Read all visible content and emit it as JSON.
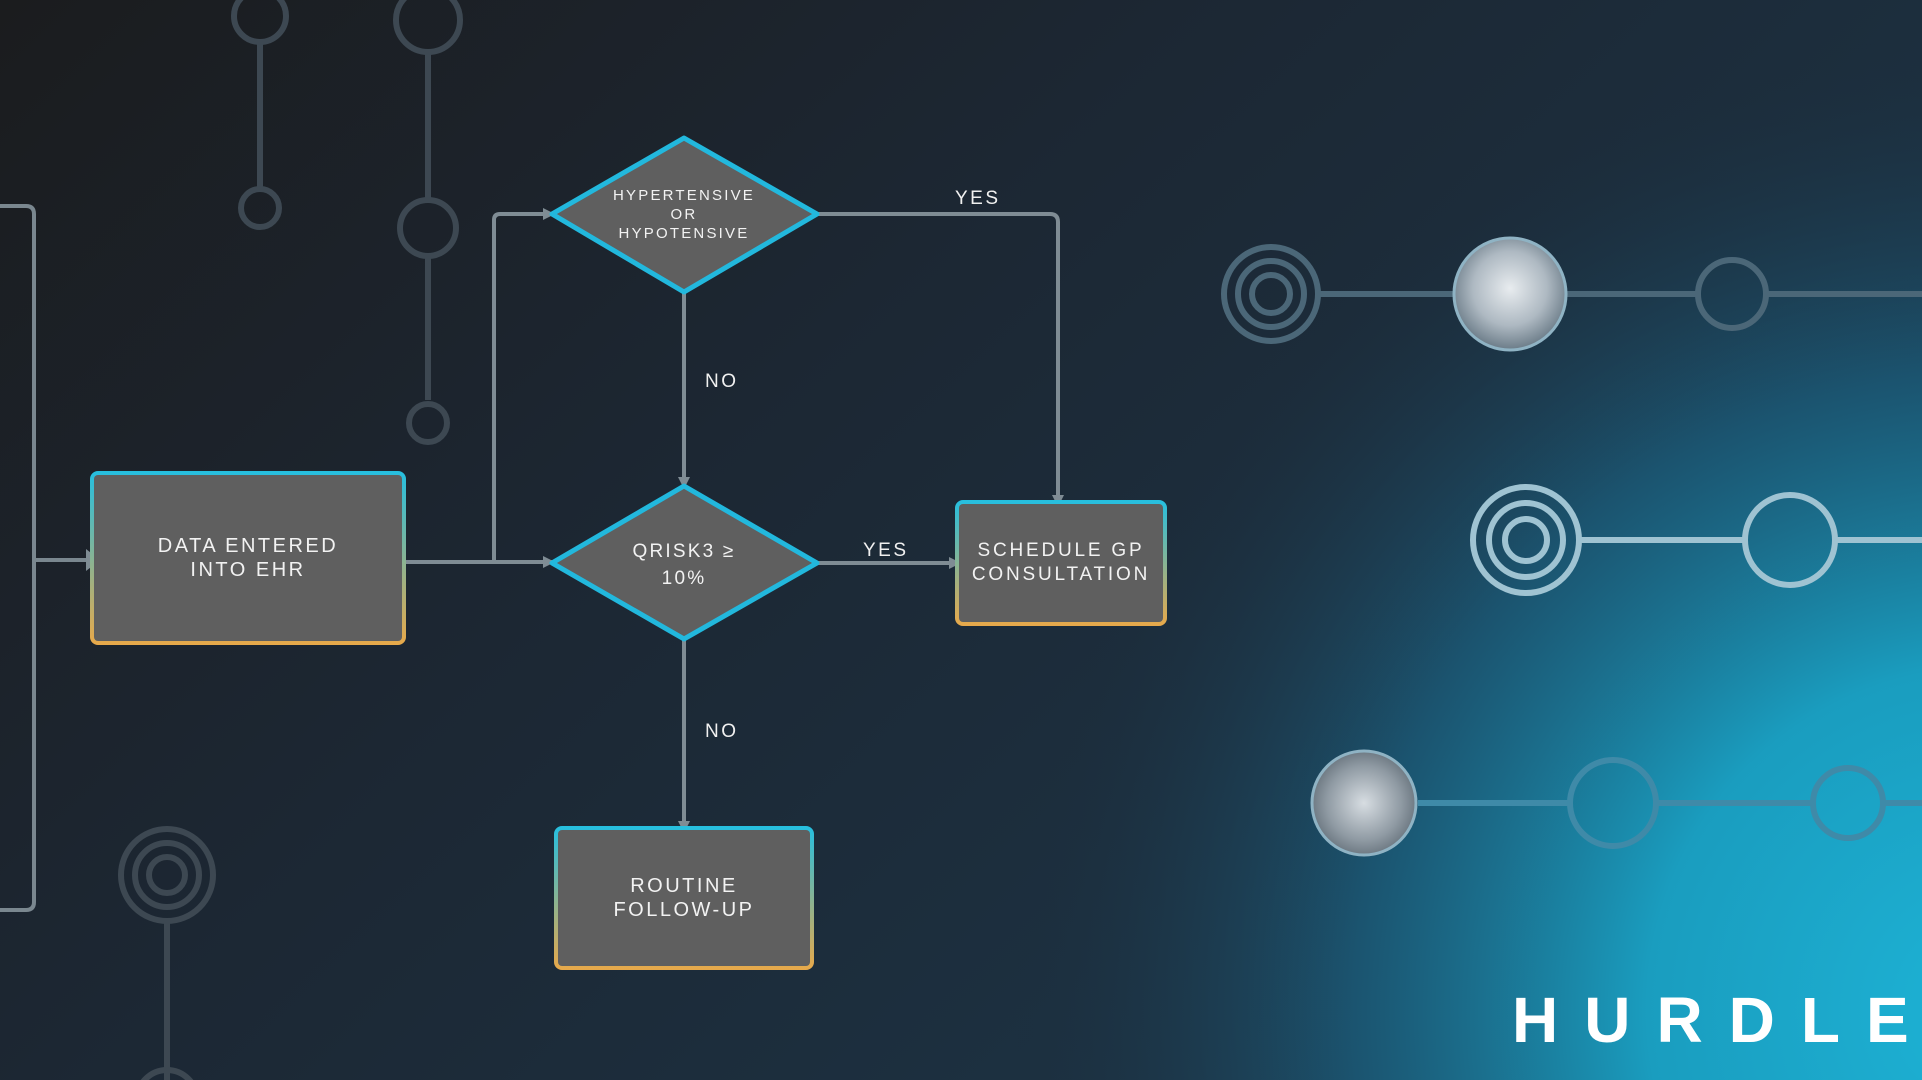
{
  "diagram": {
    "nodes": {
      "data_entered": "DATA ENTERED\nINTO EHR",
      "hyper_hypo": "HYPERTENSIVE\nOR\nHYPOTENSIVE",
      "qrisk": "QRISK3 ≥\n10%",
      "schedule_gp": "SCHEDULE GP\nCONSULTATION",
      "routine": "ROUTINE\nFOLLOW-UP"
    },
    "edge_labels": {
      "hyper_yes": "YES",
      "hyper_no": "NO",
      "qrisk_yes": "YES",
      "qrisk_no": "NO"
    }
  },
  "brand": {
    "name": "HURDLE"
  },
  "colors": {
    "background_dark": "#1a1d22",
    "background_teal": "#1db3d6",
    "node_fill": "#5f5f5f",
    "node_border_top": "#25bfe0",
    "node_border_bottom": "#e8a94a",
    "decision_border": "#22b8dd",
    "connector": "#7f8c94"
  }
}
